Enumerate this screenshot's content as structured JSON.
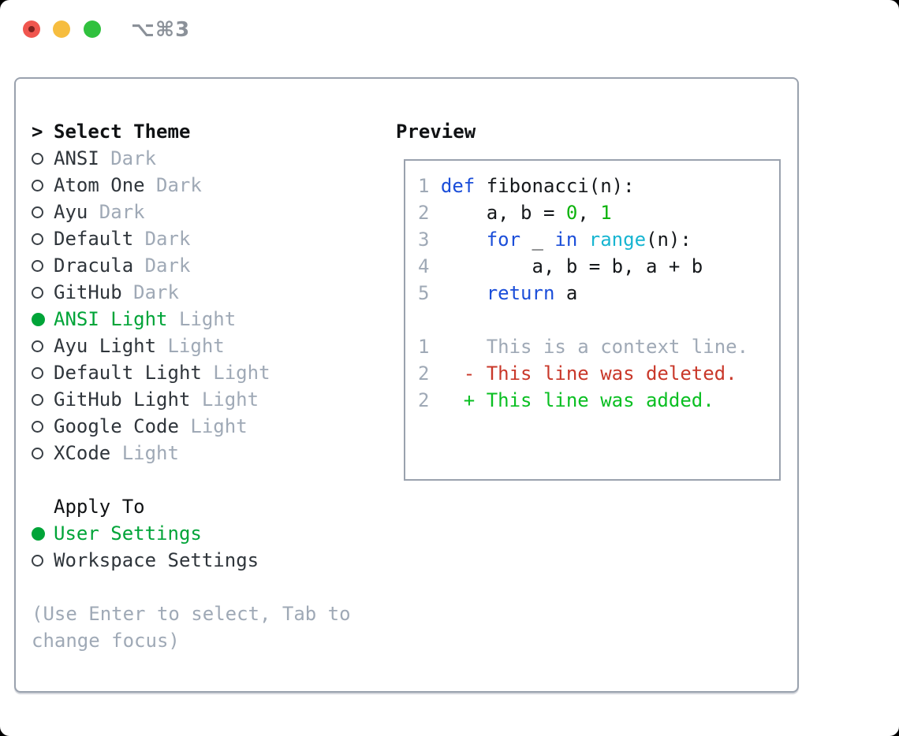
{
  "window": {
    "title": "⌥⌘3"
  },
  "colors": {
    "accentGreen": "#00a438",
    "keywordBlue": "#1b4ed9",
    "builtinCyan": "#17b5d1",
    "numberGreen": "#0db30d",
    "addedGreen": "#0abf22",
    "deletedRed": "#c9382a",
    "mutedGray": "#9fa9b6",
    "textDark": "#2f353b",
    "headerBlack": "#101214",
    "borderGray": "#9aa2ae",
    "titleGray": "#8b9199",
    "trafficRed": "#f0564f",
    "trafficRedDot": "#7f221f",
    "trafficYellow": "#f6bd3f",
    "trafficGreen": "#30c13e"
  },
  "theme_picker": {
    "cursor": ">",
    "header": "Select Theme",
    "items": [
      {
        "name": "ANSI",
        "variant": "Dark",
        "selected": false
      },
      {
        "name": "Atom One",
        "variant": "Dark",
        "selected": false
      },
      {
        "name": "Ayu",
        "variant": "Dark",
        "selected": false
      },
      {
        "name": "Default",
        "variant": "Dark",
        "selected": false
      },
      {
        "name": "Dracula",
        "variant": "Dark",
        "selected": false
      },
      {
        "name": "GitHub",
        "variant": "Dark",
        "selected": false
      },
      {
        "name": "ANSI Light",
        "variant": "Light",
        "selected": true
      },
      {
        "name": "Ayu Light",
        "variant": "Light",
        "selected": false
      },
      {
        "name": "Default Light",
        "variant": "Light",
        "selected": false
      },
      {
        "name": "GitHub Light",
        "variant": "Light",
        "selected": false
      },
      {
        "name": "Google Code",
        "variant": "Light",
        "selected": false
      },
      {
        "name": "XCode",
        "variant": "Light",
        "selected": false
      }
    ],
    "apply_to": {
      "header": "Apply To",
      "options": [
        {
          "label": "User Settings",
          "selected": true
        },
        {
          "label": "Workspace Settings",
          "selected": false
        }
      ]
    },
    "help": "(Use Enter to select, Tab to change focus)"
  },
  "preview": {
    "header": "Preview",
    "lines": [
      [
        {
          "t": "1 ",
          "c": "lnum"
        },
        {
          "t": "def",
          "c": "kw"
        },
        {
          "t": " fibonacci(n):",
          "c": "plain"
        }
      ],
      [
        {
          "t": "2 ",
          "c": "lnum"
        },
        {
          "t": "    a, b = ",
          "c": "plain"
        },
        {
          "t": "0",
          "c": "num"
        },
        {
          "t": ", ",
          "c": "plain"
        },
        {
          "t": "1",
          "c": "num"
        }
      ],
      [
        {
          "t": "3 ",
          "c": "lnum"
        },
        {
          "t": "    ",
          "c": "plain"
        },
        {
          "t": "for",
          "c": "kw"
        },
        {
          "t": " _ ",
          "c": "plain"
        },
        {
          "t": "in",
          "c": "kw"
        },
        {
          "t": " ",
          "c": "plain"
        },
        {
          "t": "range",
          "c": "builtin"
        },
        {
          "t": "(n):",
          "c": "plain"
        }
      ],
      [
        {
          "t": "4 ",
          "c": "lnum"
        },
        {
          "t": "        a, b = b, a + b",
          "c": "plain"
        }
      ],
      [
        {
          "t": "5 ",
          "c": "lnum"
        },
        {
          "t": "    ",
          "c": "plain"
        },
        {
          "t": "return",
          "c": "kw"
        },
        {
          "t": " a",
          "c": "plain"
        }
      ],
      [],
      [
        {
          "t": "1     ",
          "c": "lnum"
        },
        {
          "t": "This is a context line.",
          "c": "ctx"
        }
      ],
      [
        {
          "t": "2   ",
          "c": "lnum"
        },
        {
          "t": "- This line was deleted.",
          "c": "del"
        }
      ],
      [
        {
          "t": "2   ",
          "c": "lnum"
        },
        {
          "t": "+ This line was added.",
          "c": "add"
        }
      ]
    ]
  }
}
